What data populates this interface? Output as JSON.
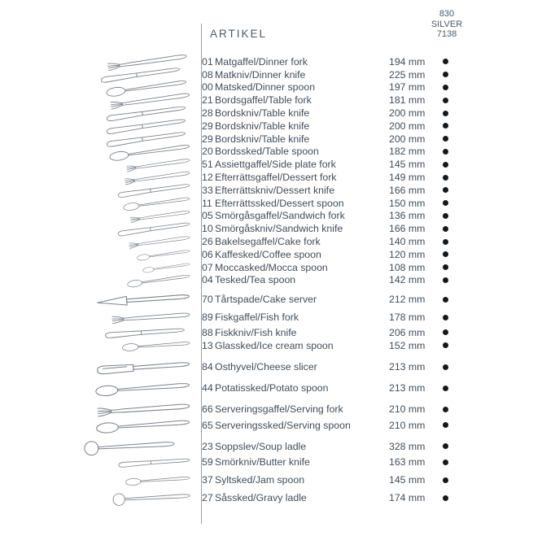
{
  "page": {
    "title": "ARTIKEL",
    "series": {
      "line1": "830",
      "line2": "SILVER",
      "line3": "7138"
    }
  },
  "colors": {
    "text": "#424d58",
    "divider": "#9aa0a6",
    "dot": "#15181b",
    "illustration_stroke": "#7d838a"
  },
  "items": [
    {
      "code": "01",
      "name": "Matgaffel/Dinner fork",
      "length": "194 mm",
      "type": "fork-icon"
    },
    {
      "code": "08",
      "name": "Matkniv/Dinner knife",
      "length": "225 mm",
      "type": "knife-icon"
    },
    {
      "code": "00",
      "name": "Matsked/Dinner spoon",
      "length": "197 mm",
      "type": "spoon-icon"
    },
    {
      "code": "21",
      "name": "Bordsgaffel/Table fork",
      "length": "181 mm",
      "type": "fork-icon"
    },
    {
      "code": "28",
      "name": "Bordskniv/Table knife",
      "length": "200 mm",
      "type": "knife-icon"
    },
    {
      "code": "29",
      "name": "Bordskniv/Table knife",
      "length": "200 mm",
      "type": "knife-icon"
    },
    {
      "code": "29",
      "name": "Bordskniv/Table knife",
      "length": "200 mm",
      "type": "knife-icon"
    },
    {
      "code": "20",
      "name": "Bordssked/Table spoon",
      "length": "182 mm",
      "type": "spoon-icon"
    },
    {
      "code": "51",
      "name": "Assiettgaffel/Side plate fork",
      "length": "145 mm",
      "type": "fork-icon"
    },
    {
      "code": "12",
      "name": "Efterrättsgaffel/Dessert fork",
      "length": "149 mm",
      "type": "fork-icon"
    },
    {
      "code": "33",
      "name": "Efterrättskniv/Dessert knife",
      "length": "166 mm",
      "type": "knife-icon"
    },
    {
      "code": "11",
      "name": "Efterrättssked/Dessert spoon",
      "length": "150 mm",
      "type": "spoon-icon"
    },
    {
      "code": "05",
      "name": "Smörgåsgaffel/Sandwich fork",
      "length": "136 mm",
      "type": "fork-icon"
    },
    {
      "code": "10",
      "name": "Smörgåskniv/Sandwich knife",
      "length": "166 mm",
      "type": "knife-icon"
    },
    {
      "code": "26",
      "name": "Bakelsegaffel/Cake fork",
      "length": "140 mm",
      "type": "fork-icon"
    },
    {
      "code": "06",
      "name": "Kaffesked/Coffee spoon",
      "length": "120 mm",
      "type": "spoon-icon"
    },
    {
      "code": "07",
      "name": "Moccasked/Mocca spoon",
      "length": "108 mm",
      "type": "spoon-icon"
    },
    {
      "code": "04",
      "name": "Tesked/Tea spoon",
      "length": "142 mm",
      "type": "spoon-icon"
    },
    {
      "code": "70",
      "name": "Tårtspade/Cake server",
      "length": "212 mm",
      "type": "server-icon"
    },
    {
      "code": "89",
      "name": "Fiskgaffel/Fish fork",
      "length": "178 mm",
      "type": "fork-icon"
    },
    {
      "code": "88",
      "name": "Fiskkniv/Fish knife",
      "length": "206 mm",
      "type": "knife-icon"
    },
    {
      "code": "13",
      "name": "Glassked/Ice cream spoon",
      "length": "152 mm",
      "type": "spoon-icon"
    },
    {
      "code": "84",
      "name": "Osthyvel/Cheese slicer",
      "length": "213 mm",
      "type": "slicer-icon"
    },
    {
      "code": "44",
      "name": "Potatissked/Potato spoon",
      "length": "213 mm",
      "type": "spoon-icon"
    },
    {
      "code": "66",
      "name": "Serveringsgaffel/Serving fork",
      "length": "210 mm",
      "type": "fork-icon"
    },
    {
      "code": "65",
      "name": "Serveringssked/Serving spoon",
      "length": "210 mm",
      "type": "spoon-icon"
    },
    {
      "code": "23",
      "name": "Soppslev/Soup ladle",
      "length": "328 mm",
      "type": "ladle-icon"
    },
    {
      "code": "59",
      "name": "Smörkniv/Butter knife",
      "length": "163 mm",
      "type": "knife-icon"
    },
    {
      "code": "37",
      "name": "Syltsked/Jam spoon",
      "length": "145 mm",
      "type": "spoon-icon"
    },
    {
      "code": "27",
      "name": "Såssked/Gravy ladle",
      "length": "174 mm",
      "type": "ladle-icon"
    }
  ]
}
